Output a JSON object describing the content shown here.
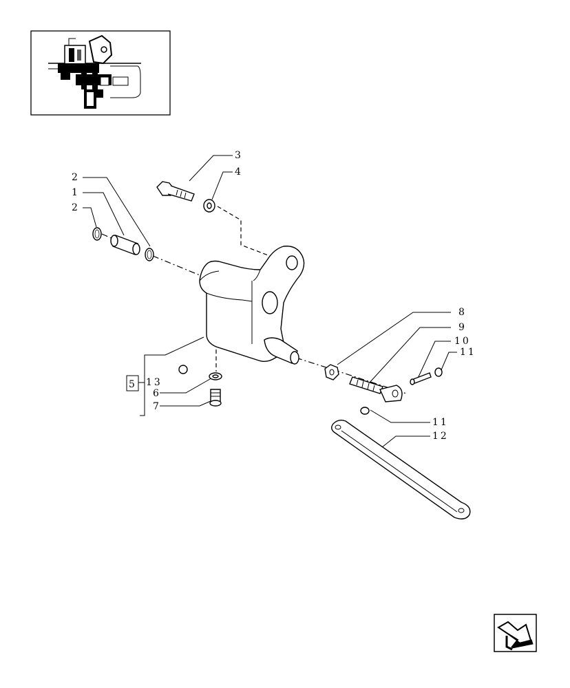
{
  "callouts": {
    "c1": "1",
    "c2a": "2",
    "c2b": "2",
    "c3": "3",
    "c4": "4",
    "c5": "5",
    "c6": "6",
    "c7": "7",
    "c8": "8",
    "c9": "9",
    "c10": "10",
    "c11a": "11",
    "c11b": "11",
    "c12": "12",
    "c13": "13"
  },
  "icons": {
    "thumbnail": "overview-thumbnail",
    "next": "next-page-arrow-icon"
  }
}
